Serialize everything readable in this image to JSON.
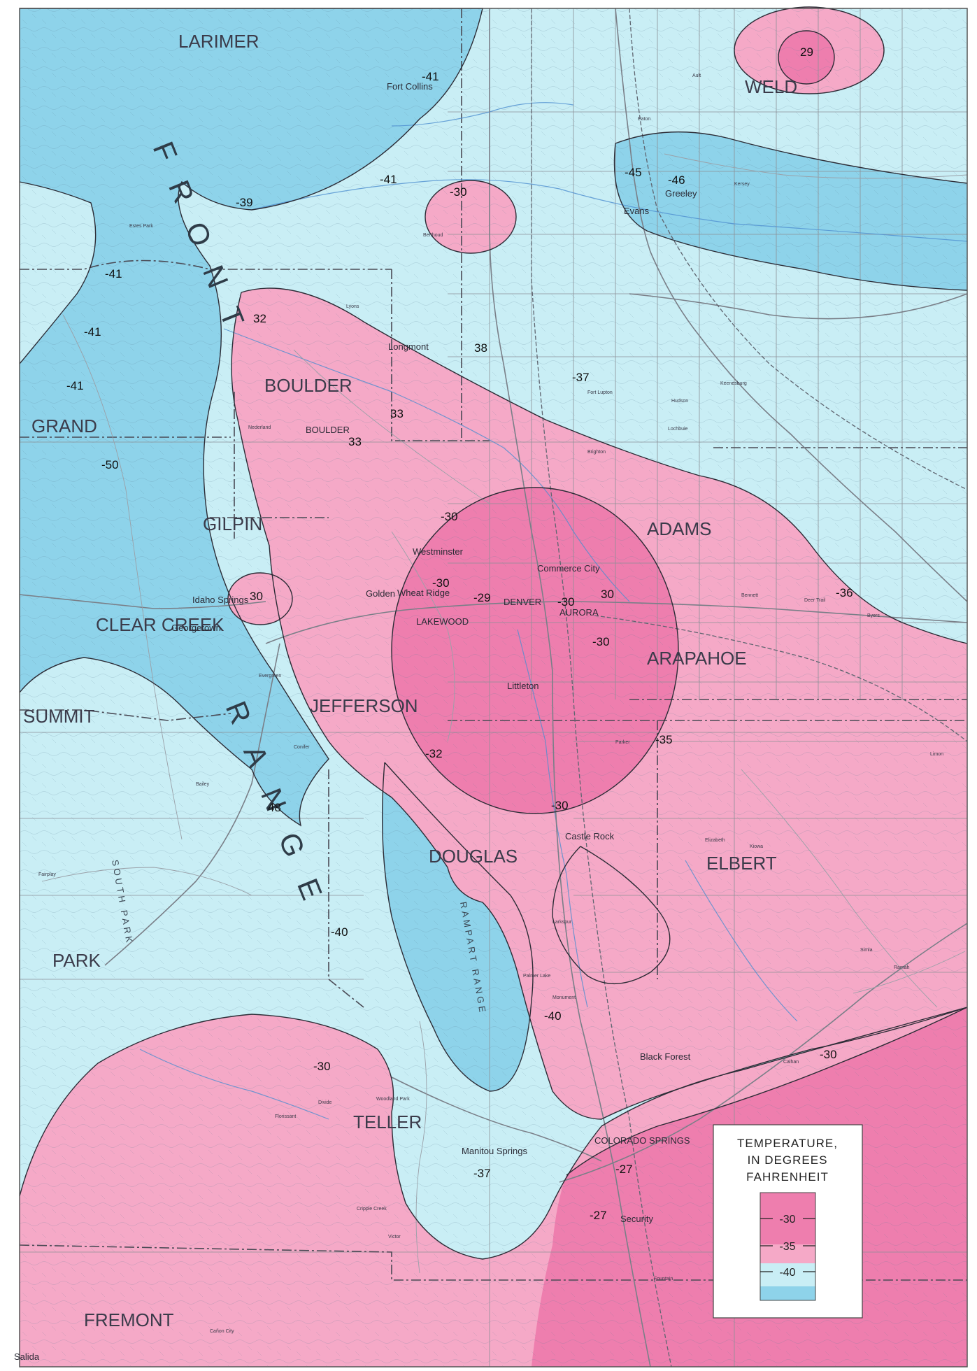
{
  "map": {
    "colors": {
      "light_cyan": "#c9eef5",
      "cyan": "#8ed3ea",
      "pink": "#f5a9c7",
      "dark_pink": "#ee7eae",
      "water": "#4f8fd0"
    },
    "counties": {
      "larimer": "LARIMER",
      "weld": "WELD",
      "boulder": "BOULDER",
      "grand": "GRAND",
      "gilpin": "GILPIN",
      "adams": "ADAMS",
      "clear_creek": "CLEAR CREEK",
      "arapahoe": "ARAPAHOE",
      "summit": "SUMMIT",
      "jefferson": "JEFFERSON",
      "douglas": "DOUGLAS",
      "elbert": "ELBERT",
      "park": "PARK",
      "teller": "TELLER",
      "fremont": "FREMONT"
    },
    "features": {
      "front": "FRONT",
      "range": "RANGE",
      "south_park": "SOUTH PARK",
      "rampart_range": "RAMPART RANGE"
    },
    "towns": {
      "fort_collins": "Fort Collins",
      "greeley": "Greeley",
      "evans": "Evans",
      "longmont": "Longmont",
      "boulder": "BOULDER",
      "westminster": "Westminster",
      "commerce_city": "Commerce City",
      "denver": "DENVER",
      "lakewood": "LAKEWOOD",
      "aurora": "AURORA",
      "littleton": "Littleton",
      "golden": "Golden",
      "wheat_ridge": "Wheat Ridge",
      "idaho_springs": "Idaho Springs",
      "georgetown": "Georgetown",
      "castle_rock": "Castle Rock",
      "colorado_springs": "COLORADO SPRINGS",
      "manitou_springs": "Manitou Springs",
      "security": "Security",
      "black_forest": "Black Forest",
      "salida": "Salida",
      "berthoud": "Berthoud",
      "brighton": "Brighton",
      "fort_lupton": "Fort Lupton",
      "elizabeth": "Elizabeth",
      "kiowa": "Kiowa",
      "limon": "Limon",
      "byers": "Byers",
      "bennett": "Bennett",
      "deer_trail": "Deer Trail",
      "woodland_park": "Woodland Park",
      "divide": "Divide",
      "bailey": "Bailey",
      "conifer": "Conifer",
      "evergreen": "Evergreen",
      "fairplay": "Fairplay",
      "estes_park": "Estes Park",
      "lyons": "Lyons",
      "nederland": "Nederland",
      "eaton": "Eaton",
      "ault": "Ault",
      "kersey": "Kersey",
      "keenesburg": "Keenesburg",
      "hudson": "Hudson",
      "lochbuie": "Lochbuie",
      "parker": "Parker",
      "larkspur": "Larkspur",
      "monument": "Monument",
      "palmer_lake": "Palmer Lake",
      "calhan": "Calhan",
      "simla": "Simla",
      "ramah": "Ramah",
      "florissant": "Florissant",
      "cripple_creek": "Cripple Creek",
      "victor": "Victor",
      "fountain": "Fountain",
      "canon_city": "Cañon City"
    },
    "temperatures": {
      "t1": "29",
      "t2": "-41",
      "t3": "-41",
      "t4": "-45",
      "t5": "-46",
      "t6": "-30",
      "t7": "-39",
      "t8": "-41",
      "t9": "-41",
      "t10": "-41",
      "t11": "32",
      "t12": "38",
      "t13": "-37",
      "t14": "33",
      "t15": "33",
      "t16": "-50",
      "t17": "-30",
      "t18": "-30",
      "t19": "-29",
      "t20": "-30",
      "t21": "30",
      "t22": "-36",
      "t23": "30",
      "t24": "-30",
      "t25": "-35",
      "t26": "-32",
      "t27": "-30",
      "t28": "48",
      "t29": "-40",
      "t30": "-40",
      "t31": "-30",
      "t32": "-30",
      "t33": "-37",
      "t34": "-27",
      "t35": "-27"
    },
    "legend": {
      "title_line1": "TEMPERATURE,",
      "title_line2": "IN DEGREES",
      "title_line3": "FAHRENHEIT",
      "v1": "-30",
      "v2": "-35",
      "v3": "-40"
    }
  }
}
